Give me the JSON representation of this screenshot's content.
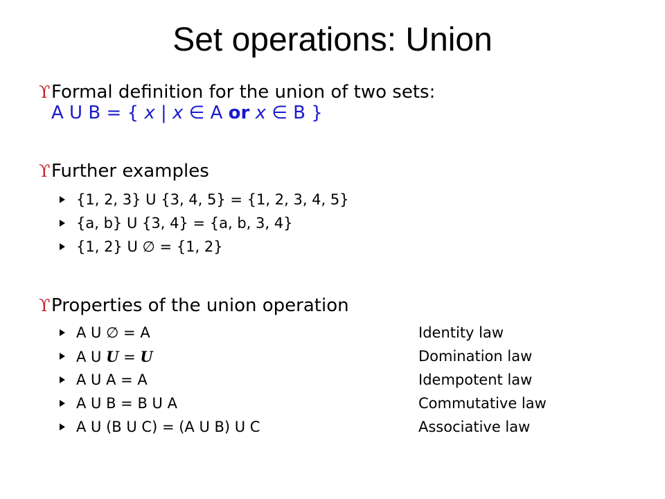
{
  "title": "Set operations: Union",
  "bullets": {
    "glyph": "ϒ",
    "definition": {
      "label": "Formal definition for the union of two sets:",
      "formula_parts": {
        "p1": "A U B = { ",
        "x1": "x",
        "p2": " | ",
        "x2": "x",
        "p3": " ∈ A ",
        "or": "or",
        "p4": " ",
        "x3": "x",
        "p5": " ∈ B }"
      }
    },
    "examples": {
      "label": "Further examples",
      "items": [
        "{1, 2, 3} U {3, 4, 5} = {1, 2, 3, 4, 5}",
        "{a, b} U {3, 4} = {a, b, 3, 4}",
        "{1, 2} U ∅ = {1, 2}"
      ]
    },
    "properties": {
      "label": "Properties of the union operation",
      "items": [
        {
          "expr_a": "A U ∅ = A",
          "law": "Identity law"
        },
        {
          "expr_a": "A U ",
          "expr_u1": "U",
          "expr_mid": " = ",
          "expr_u2": "U",
          "law": "Domination law"
        },
        {
          "expr_a": "A U A = A",
          "law": "Idempotent law"
        },
        {
          "expr_a": "A U B = B U A",
          "law": "Commutative law"
        },
        {
          "expr_a": "A U (B U C) = (A U B) U C",
          "law": "Associative law"
        }
      ]
    }
  },
  "colors": {
    "formula": "#1a1acc",
    "top_bullet": "#c8222a"
  }
}
